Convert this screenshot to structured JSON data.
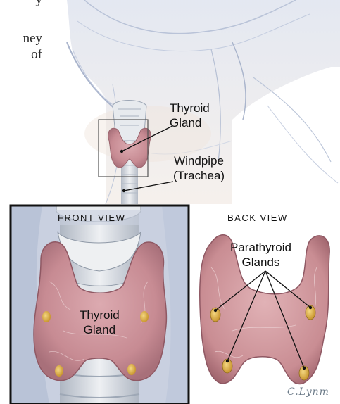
{
  "page_text": {
    "line1": "y",
    "line2": "ney",
    "line3": "of"
  },
  "top_view": {
    "thyroid_label_1": "Thyroid",
    "thyroid_label_2": "Gland",
    "windpipe_label_1": "Windpipe",
    "windpipe_label_2": "(Trachea)"
  },
  "front_view": {
    "title": "FRONT VIEW",
    "thyroid_label_1": "Thyroid",
    "thyroid_label_2": "Gland"
  },
  "back_view": {
    "title": "BACK VIEW",
    "parathyroid_label_1": "Parathyroid",
    "parathyroid_label_2": "Glands"
  },
  "signature": "C.Lynm",
  "colors": {
    "skin_shadow": "#c7d1e6",
    "gland_pink": "#c98d93",
    "gland_dark": "#a86a72",
    "trachea": "#dfe3e8",
    "parathyroid": "#e0b64a",
    "frame": "#111111",
    "background_sketch": "#bfc9dd"
  }
}
